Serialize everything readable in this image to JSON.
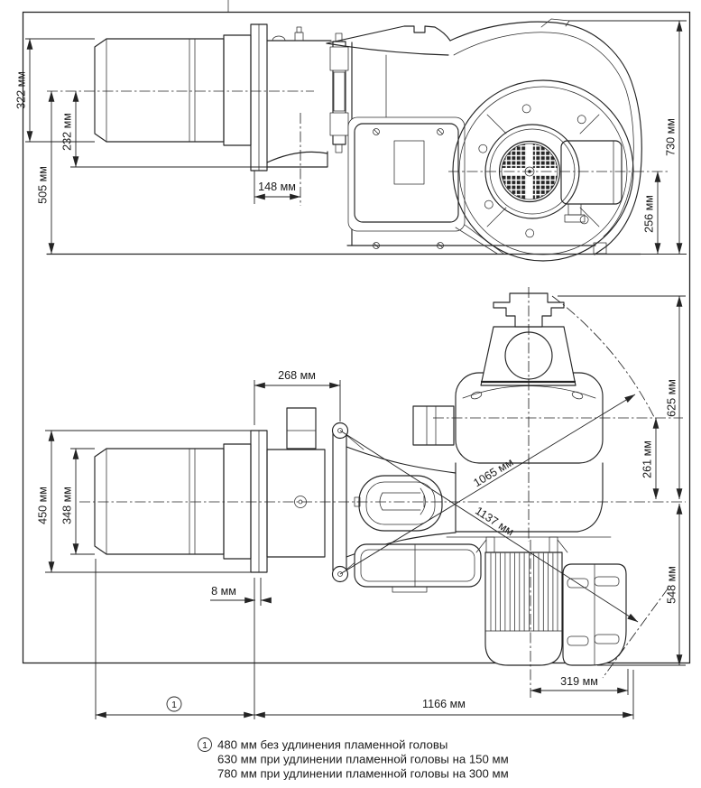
{
  "page": {
    "background": "#ffffff",
    "line_color": "#242424"
  },
  "drawing": {
    "type": "burner-dimension-drawing",
    "units": "мм"
  },
  "side_view": {
    "dims": {
      "d322": "322 мм",
      "d232": "232 мм",
      "d505": "505 мм",
      "d148": "148 мм",
      "d730": "730 мм",
      "d256": "256 мм"
    }
  },
  "plan_view": {
    "dims": {
      "d450": "450 мм",
      "d348": "348 мм",
      "d268": "268 мм",
      "d625": "625 мм",
      "d261": "261 мм",
      "d548": "548 мм",
      "d1065": "1065 мм",
      "d1137": "1137 мм",
      "d8": "8 мм",
      "d319": "319 мм",
      "d1166": "1166 мм"
    },
    "callout_marker": "1"
  },
  "footnote": {
    "marker": "1",
    "lines": [
      "480 мм без удлинения пламенной головы",
      "630 мм при удлинении пламенной головы на 150 мм",
      "780 мм при удлинении пламенной головы на 300 мм"
    ]
  }
}
